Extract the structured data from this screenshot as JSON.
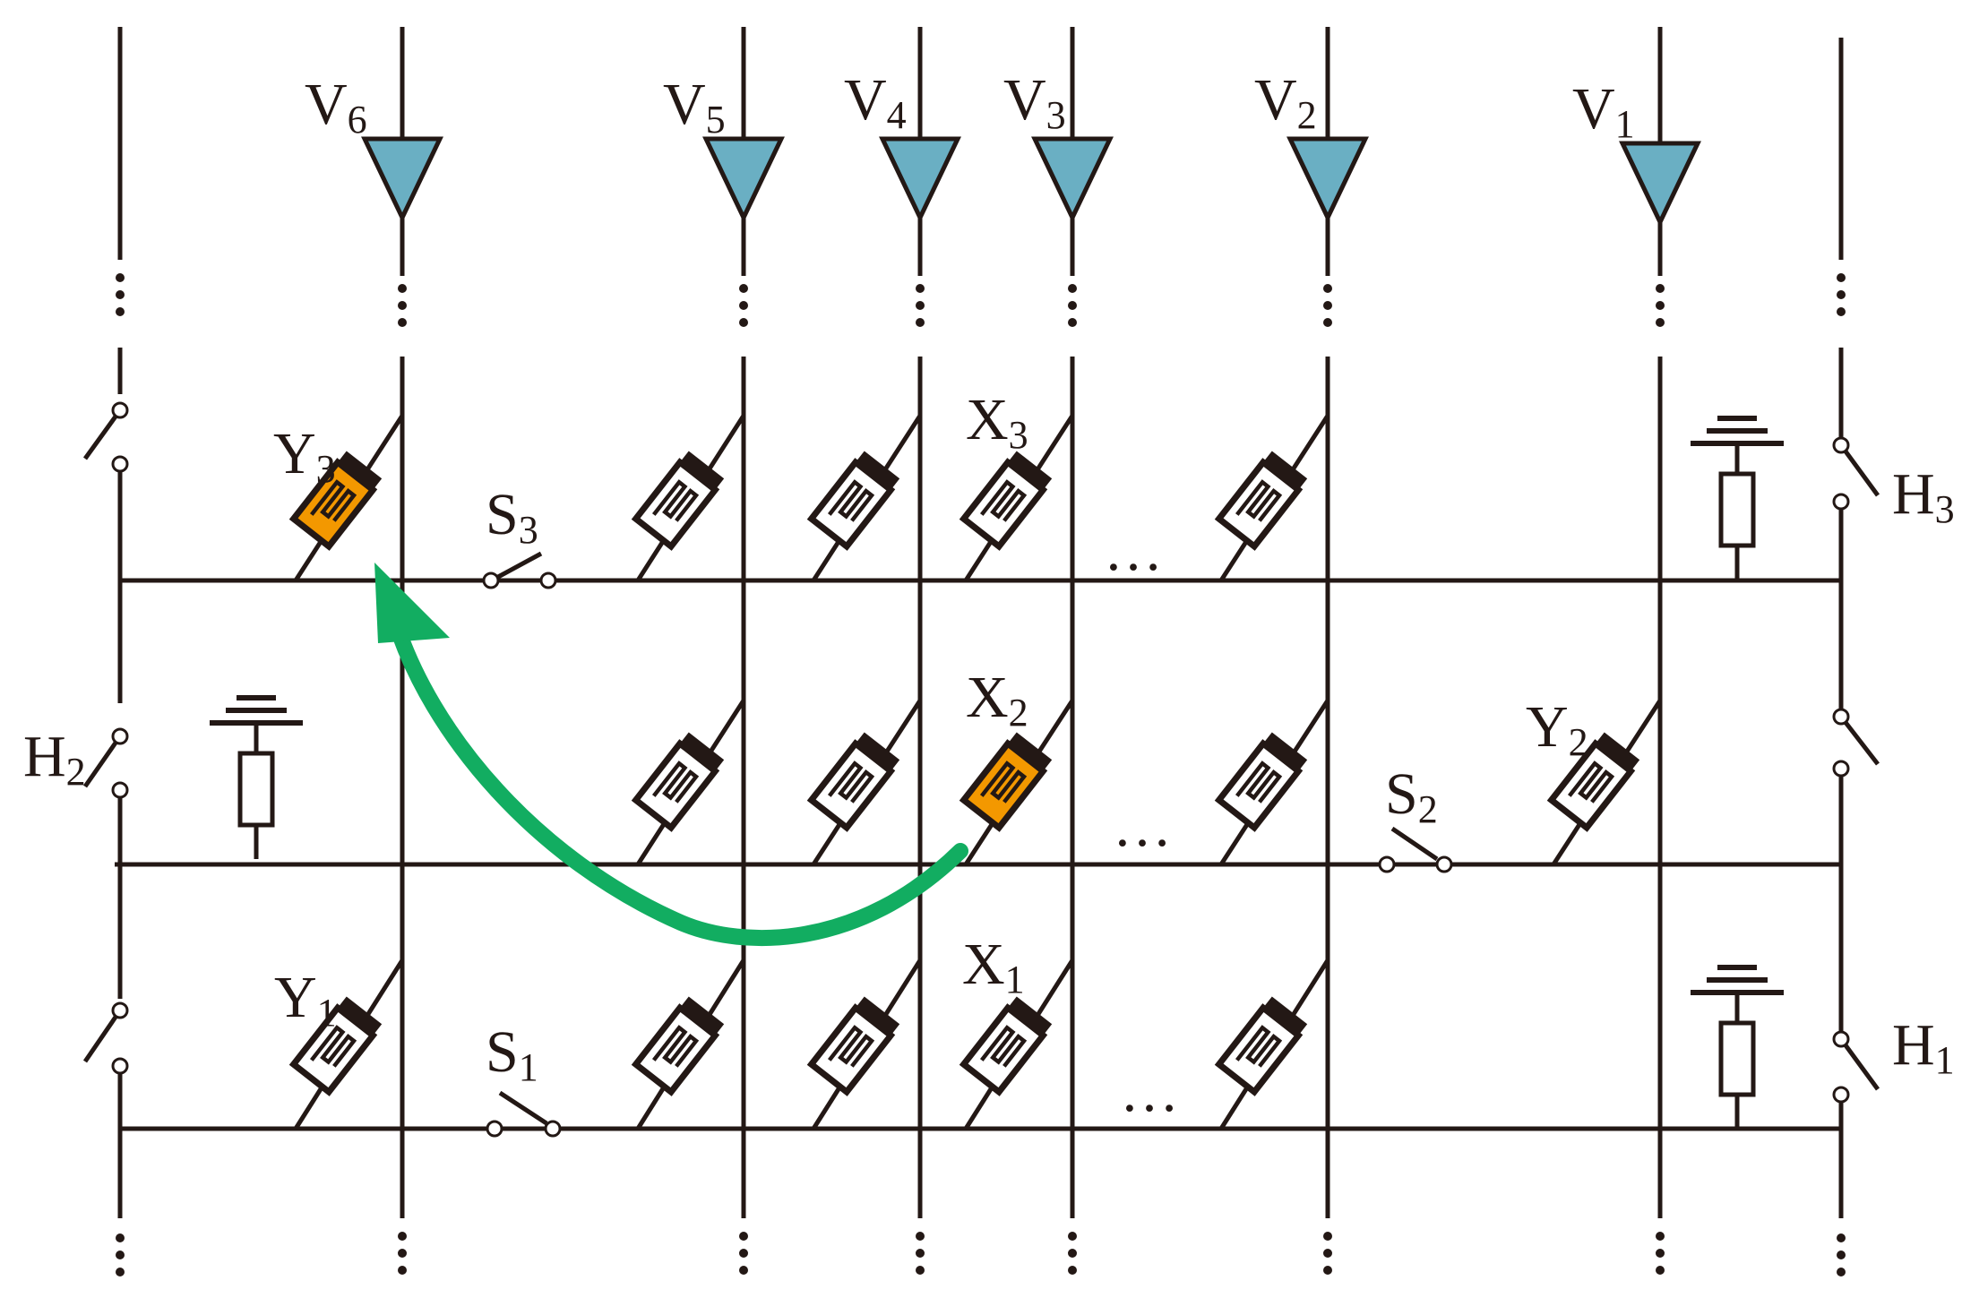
{
  "colors": {
    "wire": "#231815",
    "amplifier": "#6aafc3",
    "highlight_sensor": "#f39800",
    "arrow": "#12ad61",
    "background": "#ffffff"
  },
  "labels": {
    "V1": {
      "main": "V",
      "sub": "1"
    },
    "V2": {
      "main": "V",
      "sub": "2"
    },
    "V3": {
      "main": "V",
      "sub": "3"
    },
    "V4": {
      "main": "V",
      "sub": "4"
    },
    "V5": {
      "main": "V",
      "sub": "5"
    },
    "V6": {
      "main": "V",
      "sub": "6"
    },
    "X1": {
      "main": "X",
      "sub": "1"
    },
    "X2": {
      "main": "X",
      "sub": "2"
    },
    "X3": {
      "main": "X",
      "sub": "3"
    },
    "Y1": {
      "main": "Y",
      "sub": "1"
    },
    "Y2": {
      "main": "Y",
      "sub": "2"
    },
    "Y3": {
      "main": "Y",
      "sub": "3"
    },
    "S1": {
      "main": "S",
      "sub": "1"
    },
    "S2": {
      "main": "S",
      "sub": "2"
    },
    "S3": {
      "main": "S",
      "sub": "3"
    },
    "H1": {
      "main": "H",
      "sub": "1"
    },
    "H2": {
      "main": "H",
      "sub": "2"
    },
    "H3": {
      "main": "H",
      "sub": "3"
    }
  },
  "ellipsis": "…",
  "icons": {
    "amplifier": "triangle-amplifier-icon",
    "sensor": "interdigitated-sensor-icon",
    "switch": "open-switch-icon",
    "ground": "ground-resistor-icon",
    "arrow": "curved-arrow-icon"
  }
}
